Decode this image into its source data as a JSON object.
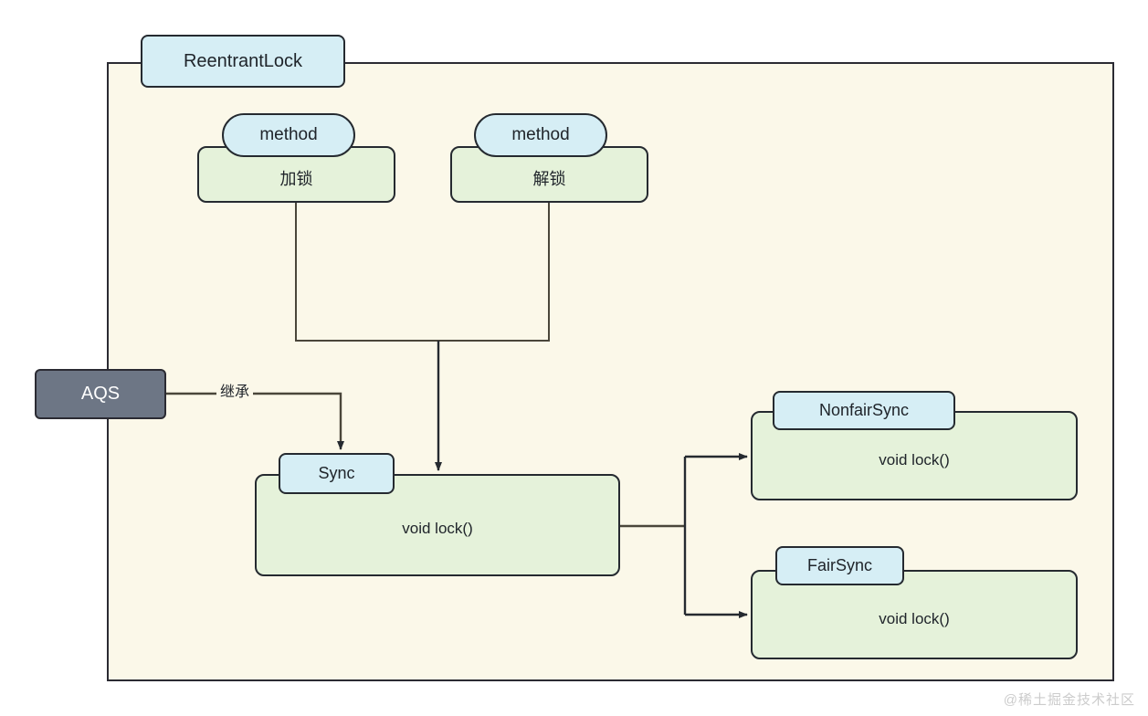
{
  "diagram": {
    "title": "ReentrantLock",
    "package": {
      "label": "ReentrantLock"
    },
    "nodes": {
      "aqs": {
        "label": "AQS",
        "fill": "#6d7685",
        "text_color": "#ffffff"
      },
      "lock_method": {
        "head": "method",
        "body": "加锁"
      },
      "unlock_method": {
        "head": "method",
        "body": "解锁"
      },
      "sync": {
        "head": "Sync",
        "body": "void lock()"
      },
      "nonfair_sync": {
        "head": "NonfairSync",
        "body": "void lock()"
      },
      "fair_sync": {
        "head": "FairSync",
        "body": "void lock()"
      }
    },
    "edges": {
      "inherit_label": "继承"
    },
    "colors": {
      "package_fill": "#fbf8e9",
      "header_fill": "#d6eef5",
      "body_fill": "#e5f2da",
      "stroke": "#252a30",
      "aqs_fill": "#6d7685"
    }
  },
  "watermark": {
    "text": "@稀土掘金技术社区"
  }
}
